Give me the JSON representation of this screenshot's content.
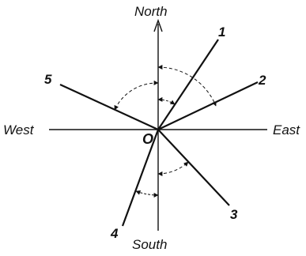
{
  "directions": {
    "north": "North",
    "south": "South",
    "east": "East",
    "west": "West"
  },
  "origin_label": "O",
  "line_labels": [
    "1",
    "2",
    "3",
    "4",
    "5"
  ],
  "colors": {
    "ink": "#111111",
    "background": "#ffffff"
  }
}
